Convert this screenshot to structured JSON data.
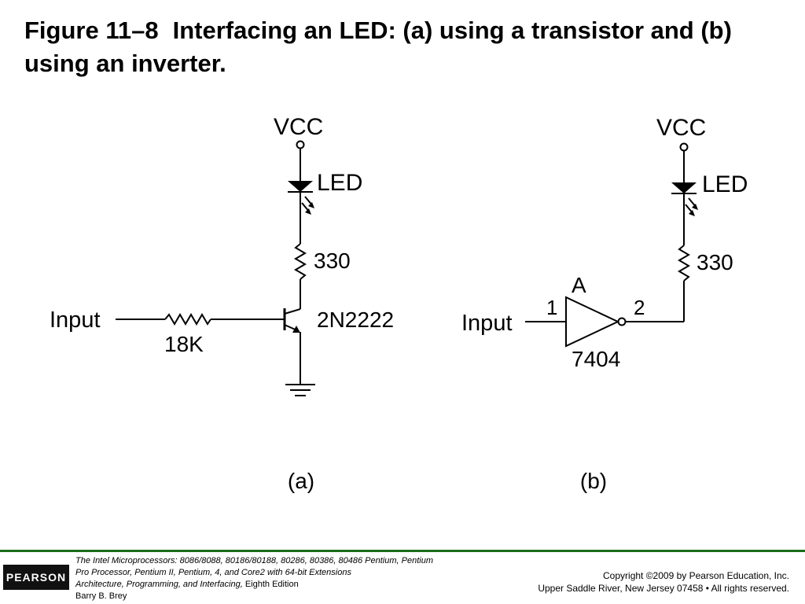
{
  "title": {
    "figure_number": "Figure 11–8",
    "caption": "Interfacing an LED: (a) using a transistor and (b) using an inverter."
  },
  "circuit_a": {
    "vcc_label": "VCC",
    "led_label": "LED",
    "resistor_label": "330",
    "input_label": "Input",
    "base_resistor_label": "18K",
    "transistor_label": "2N2222",
    "caption": "(a)"
  },
  "circuit_b": {
    "vcc_label": "VCC",
    "led_label": "LED",
    "resistor_label": "330",
    "input_label": "Input",
    "gate_name": "A",
    "pin_in": "1",
    "pin_out": "2",
    "chip_label": "7404",
    "caption": "(b)"
  },
  "footer": {
    "logo": "PEARSON",
    "book_title": "The Intel Microprocessors:",
    "book_models": "8086/8088, 80186/80188, 80286, 80386, 80486 Pentium, Pentium Pro Processor, Pentium II, Pentium, 4, and Core2 with 64-bit Extensions",
    "book_subtitle": "Architecture, Programming, and Interfacing,",
    "edition": "Eighth Edition",
    "author": "Barry B. Brey",
    "copyright_line1": "Copyright ©2009 by Pearson Education, Inc.",
    "copyright_line2": "Upper Saddle River, New Jersey 07458 • All rights reserved."
  }
}
